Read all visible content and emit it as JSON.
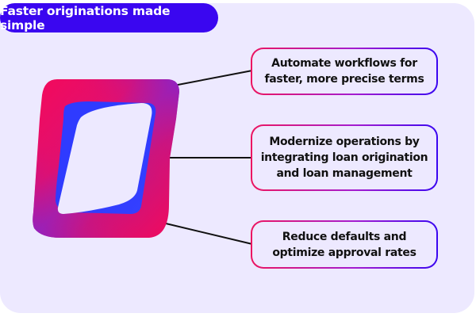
{
  "title": "Faster originations made simple",
  "colors": {
    "panel_background": "#ede9ff",
    "title_pill": "#3a06f0",
    "logo_pink": "#f5095a",
    "logo_blue": "#2f3bff",
    "connector": "#111111"
  },
  "logo": {
    "icon": "rounded-parallelogram-logo-icon"
  },
  "callouts": [
    {
      "text": "Automate workflows for faster, more precise terms"
    },
    {
      "text": "Modernize operations by integrating loan origination and loan management"
    },
    {
      "text": "Reduce defaults and optimize approval rates"
    }
  ]
}
